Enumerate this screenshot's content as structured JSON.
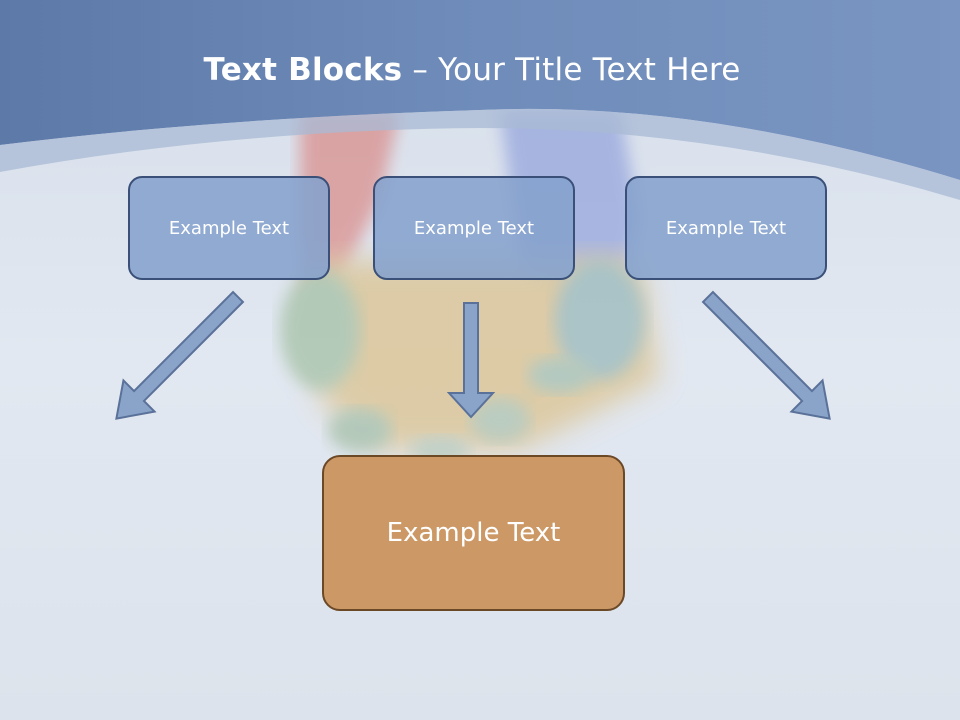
{
  "slide": {
    "title_bold": "Text Blocks",
    "title_dash": " – ",
    "title_rest": "Your Title Text Here"
  },
  "diagram": {
    "top_blocks": [
      "Example Text",
      "Example Text",
      "Example Text"
    ],
    "bottom_block": "Example Text"
  },
  "colors": {
    "header_band": "#6f8bb7",
    "block_fill": "#8ba5cc",
    "block_border": "#3a5078",
    "arrow_fill": "#8aa3c8",
    "arrow_stroke": "#5a7199",
    "bottom_fill": "#cc9866",
    "bottom_border": "#6b4826"
  }
}
